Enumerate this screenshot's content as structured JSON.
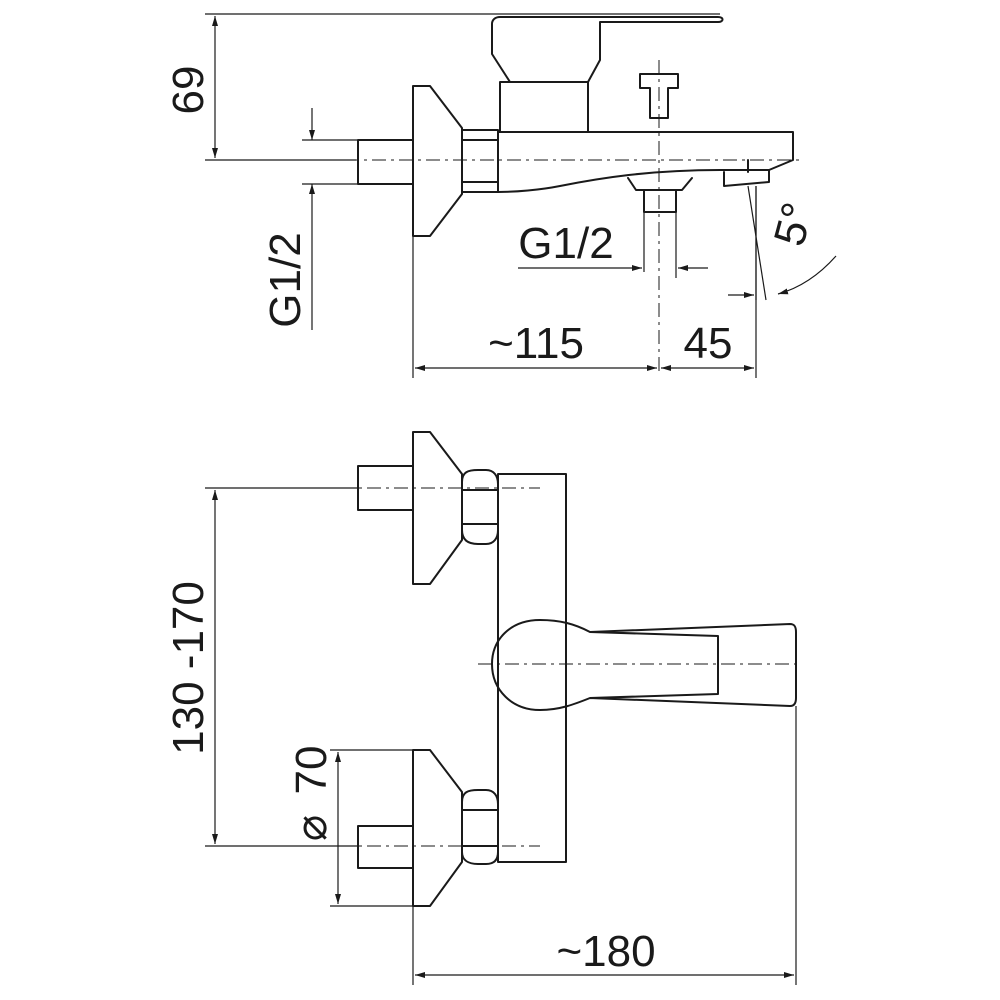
{
  "labels": {
    "dim_69": "69",
    "thread_inlet": "G1/2",
    "thread_outlet": "G1/2",
    "dim_115": "~115",
    "dim_45": "45",
    "angle_5": "5°",
    "dim_130_170": "130 -170",
    "dim_70": "70",
    "diameter_symbol": "⌀",
    "dim_180": "~180"
  }
}
